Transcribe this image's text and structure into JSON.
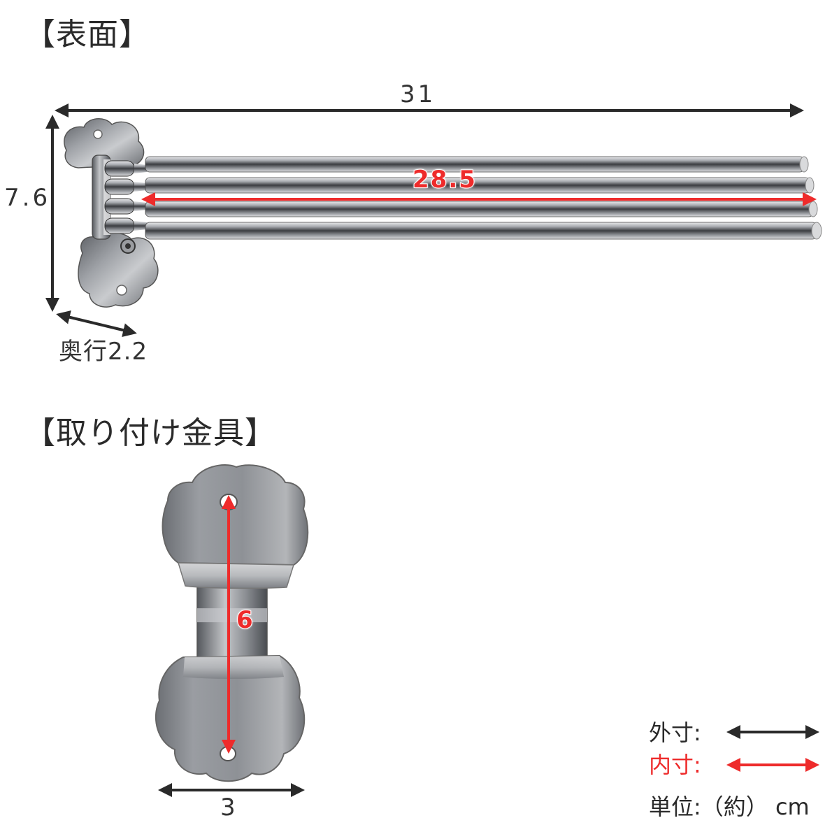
{
  "sections": {
    "front_title": "【表面】",
    "bracket_title": "【取り付け金具】"
  },
  "dimensions": {
    "overall_width": "31",
    "inner_length": "28.5",
    "height": "7.6",
    "depth": "奥行2.2",
    "bracket_height": "6",
    "bracket_width": "3"
  },
  "legend": {
    "outer_label": "外寸:",
    "inner_label": "内寸:",
    "unit_label": "単位:（約） cm"
  },
  "colors": {
    "outer_arrow": "#2a2a2a",
    "inner_arrow": "#ee2b2b",
    "steel": "#8a8d92"
  }
}
